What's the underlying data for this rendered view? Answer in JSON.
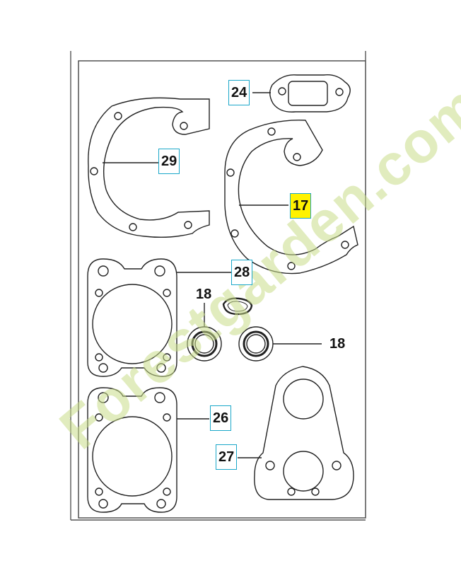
{
  "callouts": [
    {
      "id": "24",
      "label": "24",
      "boxed": true,
      "highlight": false
    },
    {
      "id": "29",
      "label": "29",
      "boxed": true,
      "highlight": false
    },
    {
      "id": "17",
      "label": "17",
      "boxed": true,
      "highlight": true
    },
    {
      "id": "28",
      "label": "28",
      "boxed": true,
      "highlight": false
    },
    {
      "id": "18a",
      "label": "18",
      "boxed": false,
      "highlight": false
    },
    {
      "id": "18b",
      "label": "18",
      "boxed": false,
      "highlight": false
    },
    {
      "id": "26",
      "label": "26",
      "boxed": true,
      "highlight": false
    },
    {
      "id": "27",
      "label": "27",
      "boxed": true,
      "highlight": false
    }
  ],
  "watermark": {
    "text": "Forestgarden.com"
  },
  "colors": {
    "line": "#222222",
    "box_border": "#1aa7c9",
    "highlight": "#fff200",
    "watermark_green": "#c9dd8a",
    "watermark_orange": "#f3b27a",
    "watermark_gray": "#cfc6b6"
  }
}
